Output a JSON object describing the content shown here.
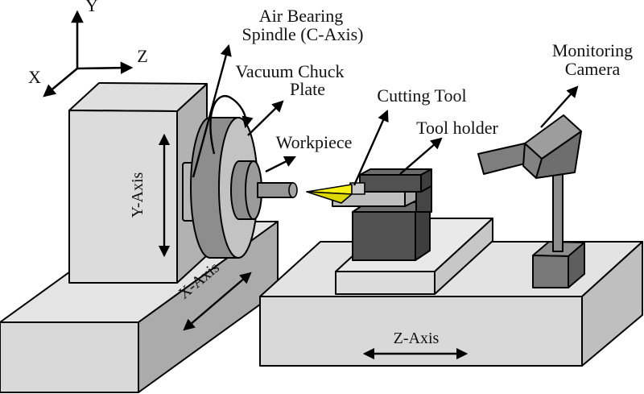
{
  "figure": {
    "type": "machine-schematic",
    "description": "Schematic of an ultra-precision turning machine with air bearing spindle, cutting tool and monitoring camera"
  },
  "labels": {
    "air_bearing_spindle": {
      "line1": "Air Bearing",
      "line2": "Spindle (C-Axis)"
    },
    "vacuum_chuck_plate": {
      "line1": "Vacuum Chuck",
      "line2": "Plate"
    },
    "workpiece": "Workpiece",
    "cutting_tool": "Cutting Tool",
    "tool_holder": "Tool holder",
    "monitoring_camera": {
      "line1": "Monitoring",
      "line2": "Camera"
    },
    "y_axis": "Y-Axis",
    "x_axis": "X-Axis",
    "z_axis": "Z-Axis",
    "triad": {
      "x": "X",
      "y": "Y",
      "z": "Z"
    }
  },
  "colors": {
    "background": "#ffffff",
    "outline": "#000000",
    "light_gray_top": "#e4e4e4",
    "light_gray_front": "#d9d9d9",
    "medium_gray_side": "#ababab",
    "column_front": "#dcdcdc",
    "spindle_drum": "#8d8d8d",
    "chuck_face": "#c3c3c3",
    "hub_gray": "#9b9b9b",
    "dark_steel_front": "#515151",
    "dark_steel_top": "#6d6d6d",
    "dark_steel_side": "#3e3e3e",
    "shank_gray": "#bfbfbf",
    "camera_gray": "#828282",
    "tool_tip_yellow": "#f6f218",
    "tool_tip_yellow_dark": "#ddd800"
  }
}
